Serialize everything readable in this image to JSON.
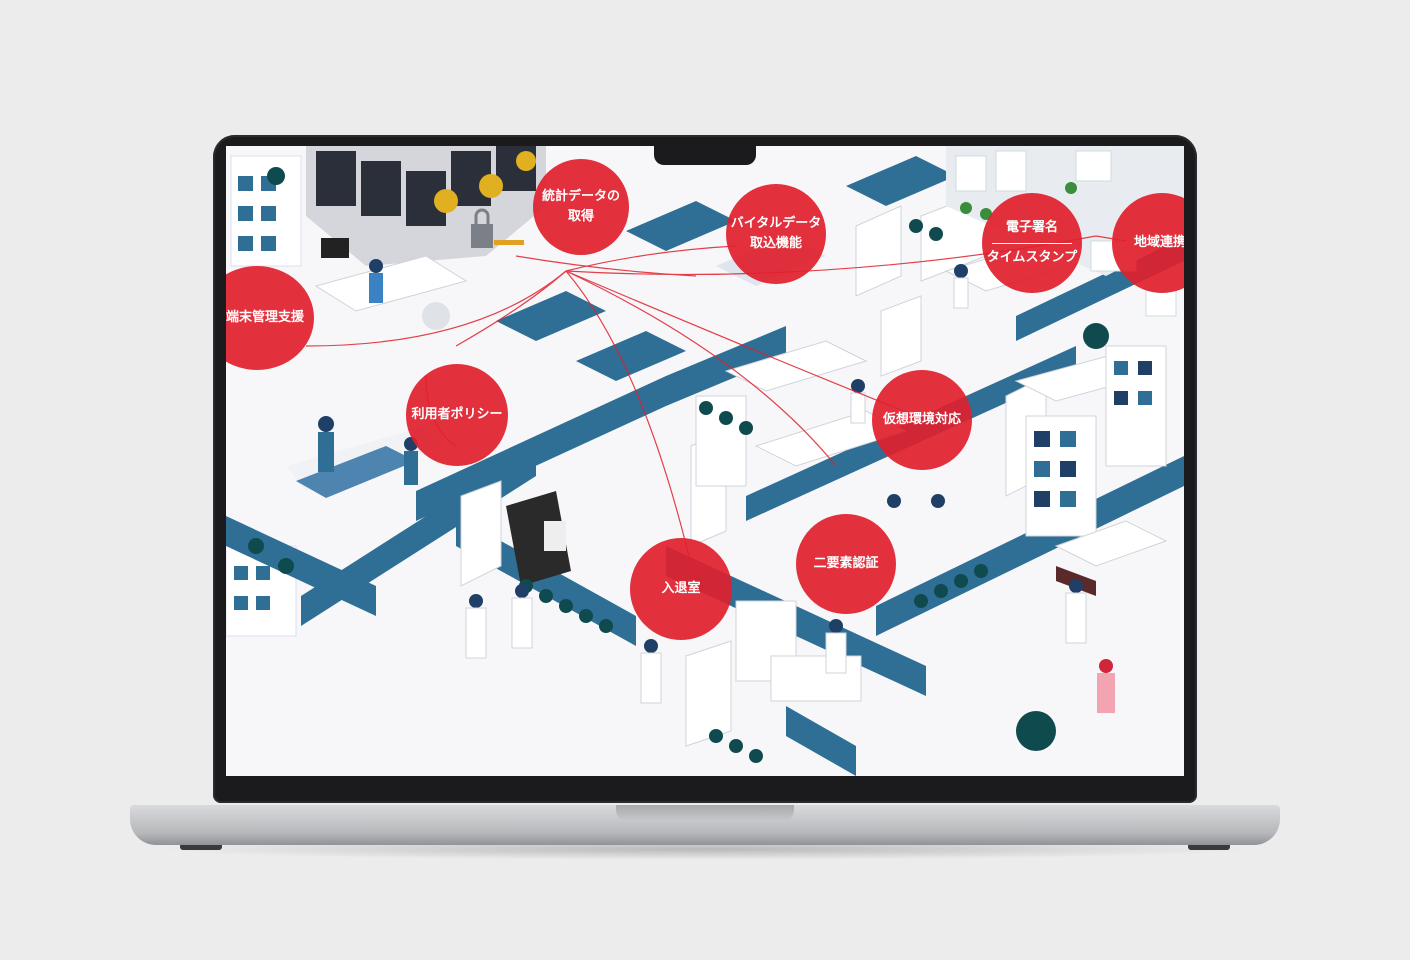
{
  "bubbles": {
    "stats": {
      "line1": "統計データの",
      "line2": "取得"
    },
    "vital": {
      "line1": "バイタルデータ",
      "line2": "取込機能"
    },
    "esign": {
      "line1": "電子署名",
      "line2": "タイムスタンプ"
    },
    "regional": {
      "label": "地域連携"
    },
    "device": {
      "label": "端末管理支援"
    },
    "policy": {
      "label": "利用者ポリシー"
    },
    "virtual": {
      "label": "仮想環境対応"
    },
    "mfa": {
      "label": "二要素認証"
    },
    "entry": {
      "label": "入退室"
    }
  },
  "colors": {
    "accent_red": "#e0202c",
    "wall_blue": "#2f6f95",
    "navy": "#1f3f66",
    "bezel": "#1b1b1d"
  }
}
